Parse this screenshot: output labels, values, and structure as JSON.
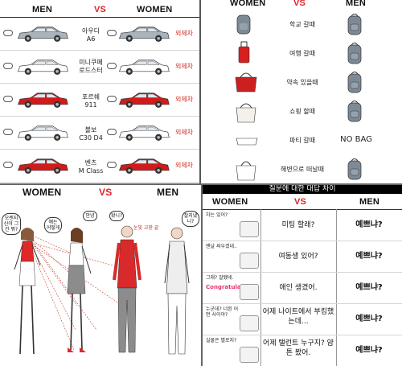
{
  "cars": {
    "header": {
      "men": "MEN",
      "vs": "VS",
      "women": "WOMEN"
    },
    "rows": [
      {
        "car": "아우디\nA6",
        "answer": "외제차",
        "logo": "audi-logo-icon"
      },
      {
        "car": "미니쿠페\n로드스터",
        "answer": "외제차",
        "logo": "mini-logo-icon"
      },
      {
        "car": "포르쉐\n911",
        "answer": "외제차",
        "logo": "porsche-logo-icon"
      },
      {
        "car": "볼보\nC30 D4",
        "answer": "외제차",
        "logo": "volvo-logo-icon"
      },
      {
        "car": "벤츠\nM Class",
        "answer": "외제차",
        "logo": "mercedes-logo-icon"
      }
    ]
  },
  "bags": {
    "header": {
      "women": "WOMEN",
      "vs": "VS",
      "men": "MEN"
    },
    "rows": [
      {
        "label": "학교 갈때",
        "men": "backpack"
      },
      {
        "label": "여행 갈때",
        "men": "backpack"
      },
      {
        "label": "약속 있을때",
        "men": "backpack"
      },
      {
        "label": "쇼핑 할때",
        "men": "backpack"
      },
      {
        "label": "파티 갈때",
        "men": "NO BAG"
      },
      {
        "label": "해변으로 떠날때",
        "men": "backpack"
      }
    ]
  },
  "gaze": {
    "header": {
      "women": "WOMEN",
      "vs": "VS",
      "men": "MEN"
    },
    "bubbles": {
      "w1": "오렌지 신이 그건 뭐?",
      "w2": "얘는 어떻게",
      "w3": "안녕",
      "m1": "왔니?",
      "m2": "잘지냈니?"
    },
    "note": "눈빛 교환 끝"
  },
  "answers": {
    "title": "질문에 대한 대답 차이",
    "header": {
      "women": "WOMEN",
      "vs": "VS",
      "men": "MEN"
    },
    "rows": [
      {
        "q": "차는 있어?",
        "women": "미팅 할래?",
        "men": "예쁘냐?"
      },
      {
        "q": "맨날 싸우겠네..",
        "women": "여동생 있어?",
        "men": "예쁘냐?"
      },
      {
        "q": "그래? 잘됐네.",
        "extra": "Congratulations",
        "women": "애인 생겼어.",
        "men": "예쁘냐?"
      },
      {
        "q": "누군데? 너흰 어떤 사이야?",
        "women": "어제 나이트에서 부킹했는데...",
        "men": "예쁘냐?"
      },
      {
        "q": "실물은 별로지?",
        "women": "어제 탤런트 누구지? 얌튼 봤어.",
        "men": "예쁘냐?"
      }
    ]
  },
  "colors": {
    "red": "#d32a22",
    "vs": "#e21f26",
    "car_gray": "#aab3bb",
    "car_red": "#d11a1a"
  }
}
